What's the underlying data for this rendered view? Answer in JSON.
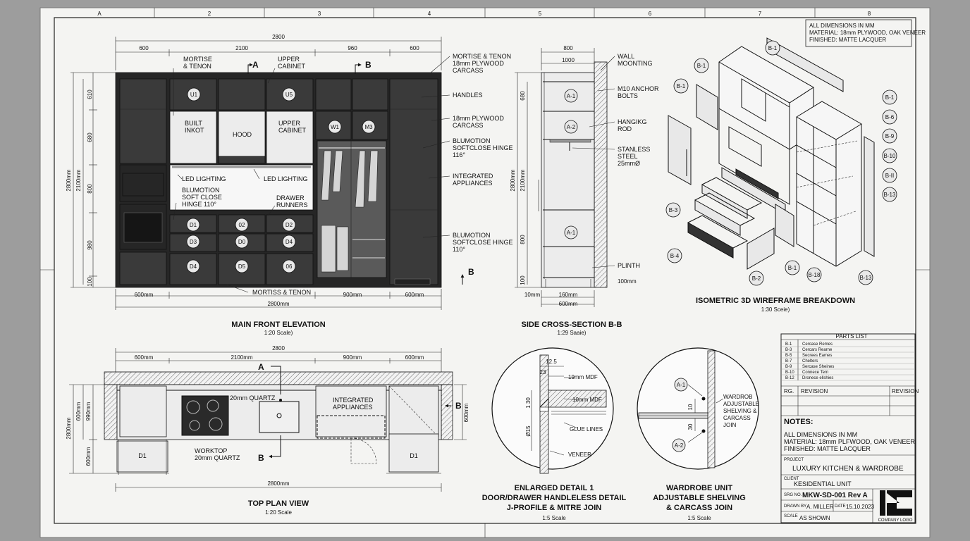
{
  "grid": {
    "cols": [
      "A",
      "2",
      "3",
      "4",
      "5",
      "6",
      "7",
      "8"
    ]
  },
  "general_notes": [
    "ALL DIMENSIONS IN MM",
    "MATERIAL: 18mm PLYWOOD, OAK VENEER",
    "FINISHED: MATTE LACQUER"
  ],
  "front": {
    "title": "MAIN FRONT ELEVATION",
    "scale": "1:20 Scale)",
    "dims_top": [
      "2800",
      "600",
      "2100",
      "960",
      "600"
    ],
    "dims_bottom": [
      "600mm",
      "900mm",
      "600mm",
      "2800mm"
    ],
    "dims_left": [
      "2800mm",
      "2100mm",
      "610",
      "680",
      "800",
      "980",
      "100"
    ],
    "labels": {
      "mortise_top": "MORTISE\n& TENON",
      "upper_cabinet": "UPPER\nCABINET",
      "section_a": "A",
      "section_b": "B",
      "built_in": "BUILT\nINKOT",
      "hood": "HOOD",
      "upper_cabinet_2": "UPPER\nCABINET",
      "led1": "LED LIGHTING",
      "led2": "LED LIGHTING",
      "blum_left": "BLUMOTION\nSOFT CLOSE\nHINGE 110°",
      "drawer_runners": "DRAWER\nRUNNERS",
      "mortise_bottom": "MORTISS & TENON",
      "b_marker": "B"
    },
    "badges": [
      "U1",
      "U5",
      "W1",
      "M3",
      "D1",
      "02",
      "D2",
      "D3",
      "D0",
      "D4",
      "D4",
      "D5",
      "06"
    ],
    "callouts": [
      "MORTISE & TENON\n18mm PLYWOOD\nCARCASS",
      "HANDLES",
      "18mm PLYWOOD\nCARCASS",
      "BLUMOTION\nSOFTCLOSE HINGE\n116°",
      "INTEGRATED\nAPPLIANCES",
      "BLUMOTION\nSOFTCLOSE HINGE\n110°"
    ]
  },
  "side": {
    "title": "SIDE CROSS-SECTION B-B",
    "scale": "1:29 Saaie)",
    "dims_top": [
      "800",
      "1000"
    ],
    "dims_left": [
      "2800mm",
      "2100mm",
      "680",
      "800",
      "100"
    ],
    "dims_bottom": [
      "10mm",
      "160mm",
      "600mm",
      "100mm"
    ],
    "badges": [
      "A-1",
      "A-2",
      "A-1"
    ],
    "callouts": [
      "WALL\nMOONTING",
      "M10 ANCHOR\nBOLTS",
      "HANGIKG\nROD",
      "STANLESS\nSTEEL\n25mmØ",
      "PLINTH"
    ]
  },
  "iso": {
    "title": "ISOMETRIC 3D WIREFRAME BREAKDOWN",
    "scale": "1:30 Sceie)",
    "badges": [
      "B-1",
      "B-1",
      "B-1",
      "B-1",
      "B-6",
      "B-9",
      "B-10",
      "B-II",
      "B-13",
      "B-3",
      "B-4",
      "B-2",
      "B-1",
      "B-18",
      "B-13"
    ]
  },
  "plan": {
    "title": "TOP PLAN VIEW",
    "scale": "1:20 Scale",
    "dims_top": [
      "600mm",
      "2800",
      "2100mm",
      "900mm",
      "600mm"
    ],
    "dims_left": [
      "2800mm",
      "600mm",
      "990mm",
      "600mm"
    ],
    "dims_right": [
      "600mm"
    ],
    "dim_bottom": "2800mm",
    "labels": [
      "20mm QUARTZ",
      "INTEGRATED\nAPPLIANCES",
      "WORKTOP\n20mm QUARTZ",
      "D1",
      "D1",
      "A",
      "B",
      "B"
    ]
  },
  "detail1": {
    "title": "ENLARGED DETAIL 1\nDOOR/DRAWER HANDLELESS DETAIL\nJ-PROFILE & MITRE JOIN",
    "scale": "1:5 Scale",
    "dims": [
      "12.5",
      "23",
      "1 30",
      "Ø15"
    ],
    "callouts": [
      "19mm MDF",
      "10mm MDF",
      "GLUE LINES",
      "VENEER"
    ]
  },
  "detail2": {
    "title": "WARDROBE UNIT\nADJUSTABLE SHELVING\n& CARCASS JOIN",
    "scale": "1:5 Scale",
    "dims": [
      "10",
      "30"
    ],
    "badges": [
      "A-1",
      "A-2"
    ],
    "callout": "WARDROB\nADJUSTABLE\nSHELVING &\nCARCASS\nJOIN"
  },
  "parts": {
    "title": "PARTS LIST",
    "rows": [
      [
        "B-1",
        "Cercase Remes"
      ],
      [
        "B-3",
        "Cercars Rearne"
      ],
      [
        "B-5",
        "Secrees Eames"
      ],
      [
        "B-7",
        "Chelters"
      ],
      [
        "B-9",
        "Sercase Sheines"
      ],
      [
        "B-10",
        "Connece Tern"
      ],
      [
        "B-12",
        "Dronece ellshies"
      ]
    ]
  },
  "revision": {
    "cols": [
      "RG.",
      "REVISION",
      "REVISION"
    ]
  },
  "notes": {
    "heading": "NOTES:",
    "lines": [
      "ALL DIMENSIONS IN MM",
      "MATERIAL: 18mm PLFWOOD, OAK VENEER",
      "FINISHED: MATTE LACQUER"
    ]
  },
  "title_block": {
    "project_label": "PROJECT",
    "project": "LUXURY KITCHEN & WARDROBE",
    "client_label": "CLIENT",
    "client": "KESIDENTIAL UNIT",
    "dwg_label": "SRG NO.",
    "dwg": "MKW-SD-001 Rev A",
    "drawn_label": "DRAWN BY",
    "drawn": "A. MILLER",
    "date_label": "DATE",
    "date": "15.10.2023",
    "scale_label": "SCALE",
    "scale": "AS SHOWN",
    "logo_caption": "COMPANY LOGO"
  }
}
